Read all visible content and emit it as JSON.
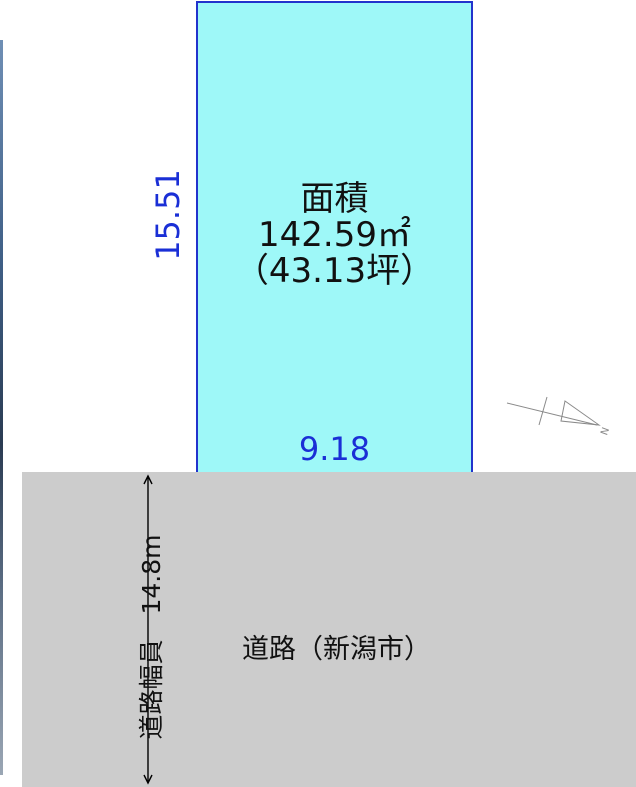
{
  "lot": {
    "area_title": "面積",
    "area_sqm": "142.59㎡",
    "area_tsubo": "（43.13坪）",
    "depth": "15.51",
    "width": "9.18",
    "fill_color": "#9ef8f8",
    "border_color": "#2233cc",
    "dimension_color": "#1a2fd6"
  },
  "road": {
    "name": "道路（新潟市）",
    "width_label": "道路幅員　14.8m",
    "fill_color": "#cccccc"
  },
  "north_arrow": {
    "icon": "north-arrow-icon",
    "label": "N"
  }
}
